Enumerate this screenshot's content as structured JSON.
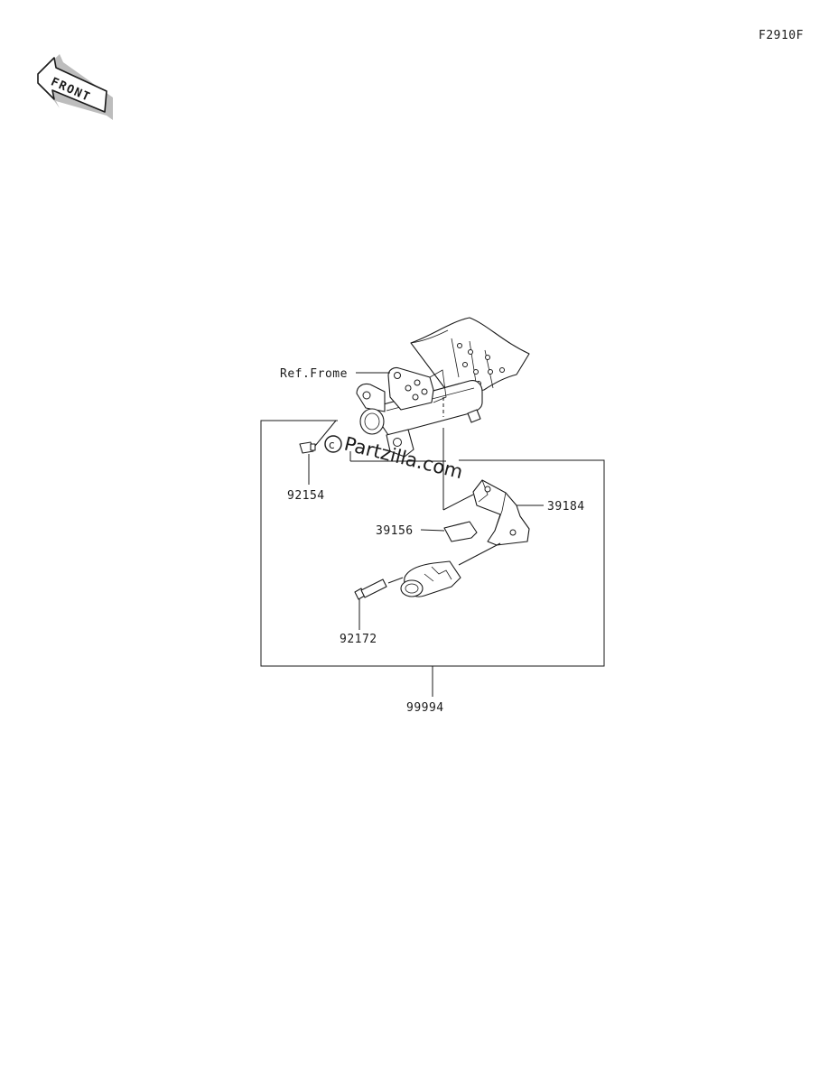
{
  "figure_code": "F2910F",
  "front_arrow": {
    "text": "FRONT",
    "icon": "front-direction-arrow-icon"
  },
  "watermark": "© Partzilla.com",
  "reference_label": "Ref.Frome",
  "parts": [
    {
      "number": "92154"
    },
    {
      "number": "39184"
    },
    {
      "number": "39156"
    },
    {
      "number": "92172"
    },
    {
      "number": "99994"
    }
  ]
}
